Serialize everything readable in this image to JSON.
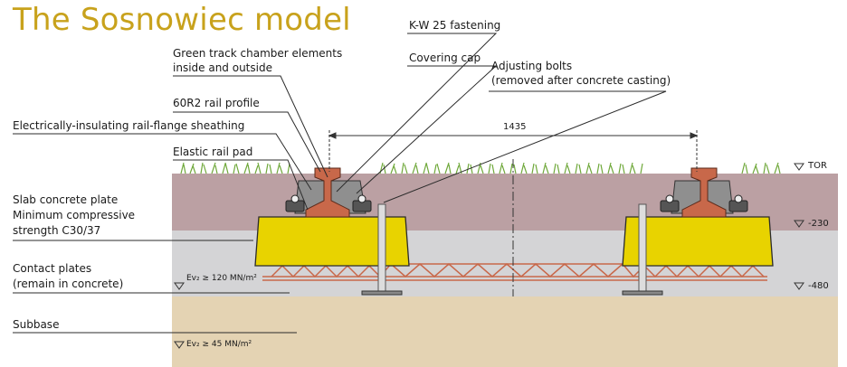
{
  "title": "The Sosnowiec model",
  "labels": {
    "kw25": "K-W 25 fastening",
    "green_track_l1": "Green track chamber elements",
    "green_track_l2": "inside and outside",
    "covering_cap": "Covering cap",
    "adjusting_l1": "Adjusting bolts",
    "adjusting_l2": "(removed after concrete casting)",
    "rail_profile": "60R2 rail profile",
    "insulating": "Electrically-insulating rail-flange sheathing",
    "elastic_pad": "Elastic rail pad",
    "slab_l1": "Slab concrete plate",
    "slab_l2": "Minimum compressive",
    "slab_l3": "strength C30/37",
    "contact_l1": "Contact plates",
    "contact_l2": "(remain in concrete)",
    "subbase": "Subbase"
  },
  "dimension": "1435",
  "levels": {
    "tor": "TOR",
    "l230": "-230",
    "l480": "-480"
  },
  "ev_labels": {
    "ev120": "Ev₂ ≥ 120 MN/m²",
    "ev45": "Ev₂ ≥ 45 MN/m²"
  },
  "colors": {
    "title": "#c8a21c",
    "top_layer": "#bba0a3",
    "slab_layer": "#d4d4d6",
    "subbase": "#e4d3b3",
    "block": "#e8d300",
    "rail": "#c8684a",
    "reinforcement": "#c8684a",
    "grass": "#6fa83a",
    "chamber": "#8f8f8f"
  }
}
